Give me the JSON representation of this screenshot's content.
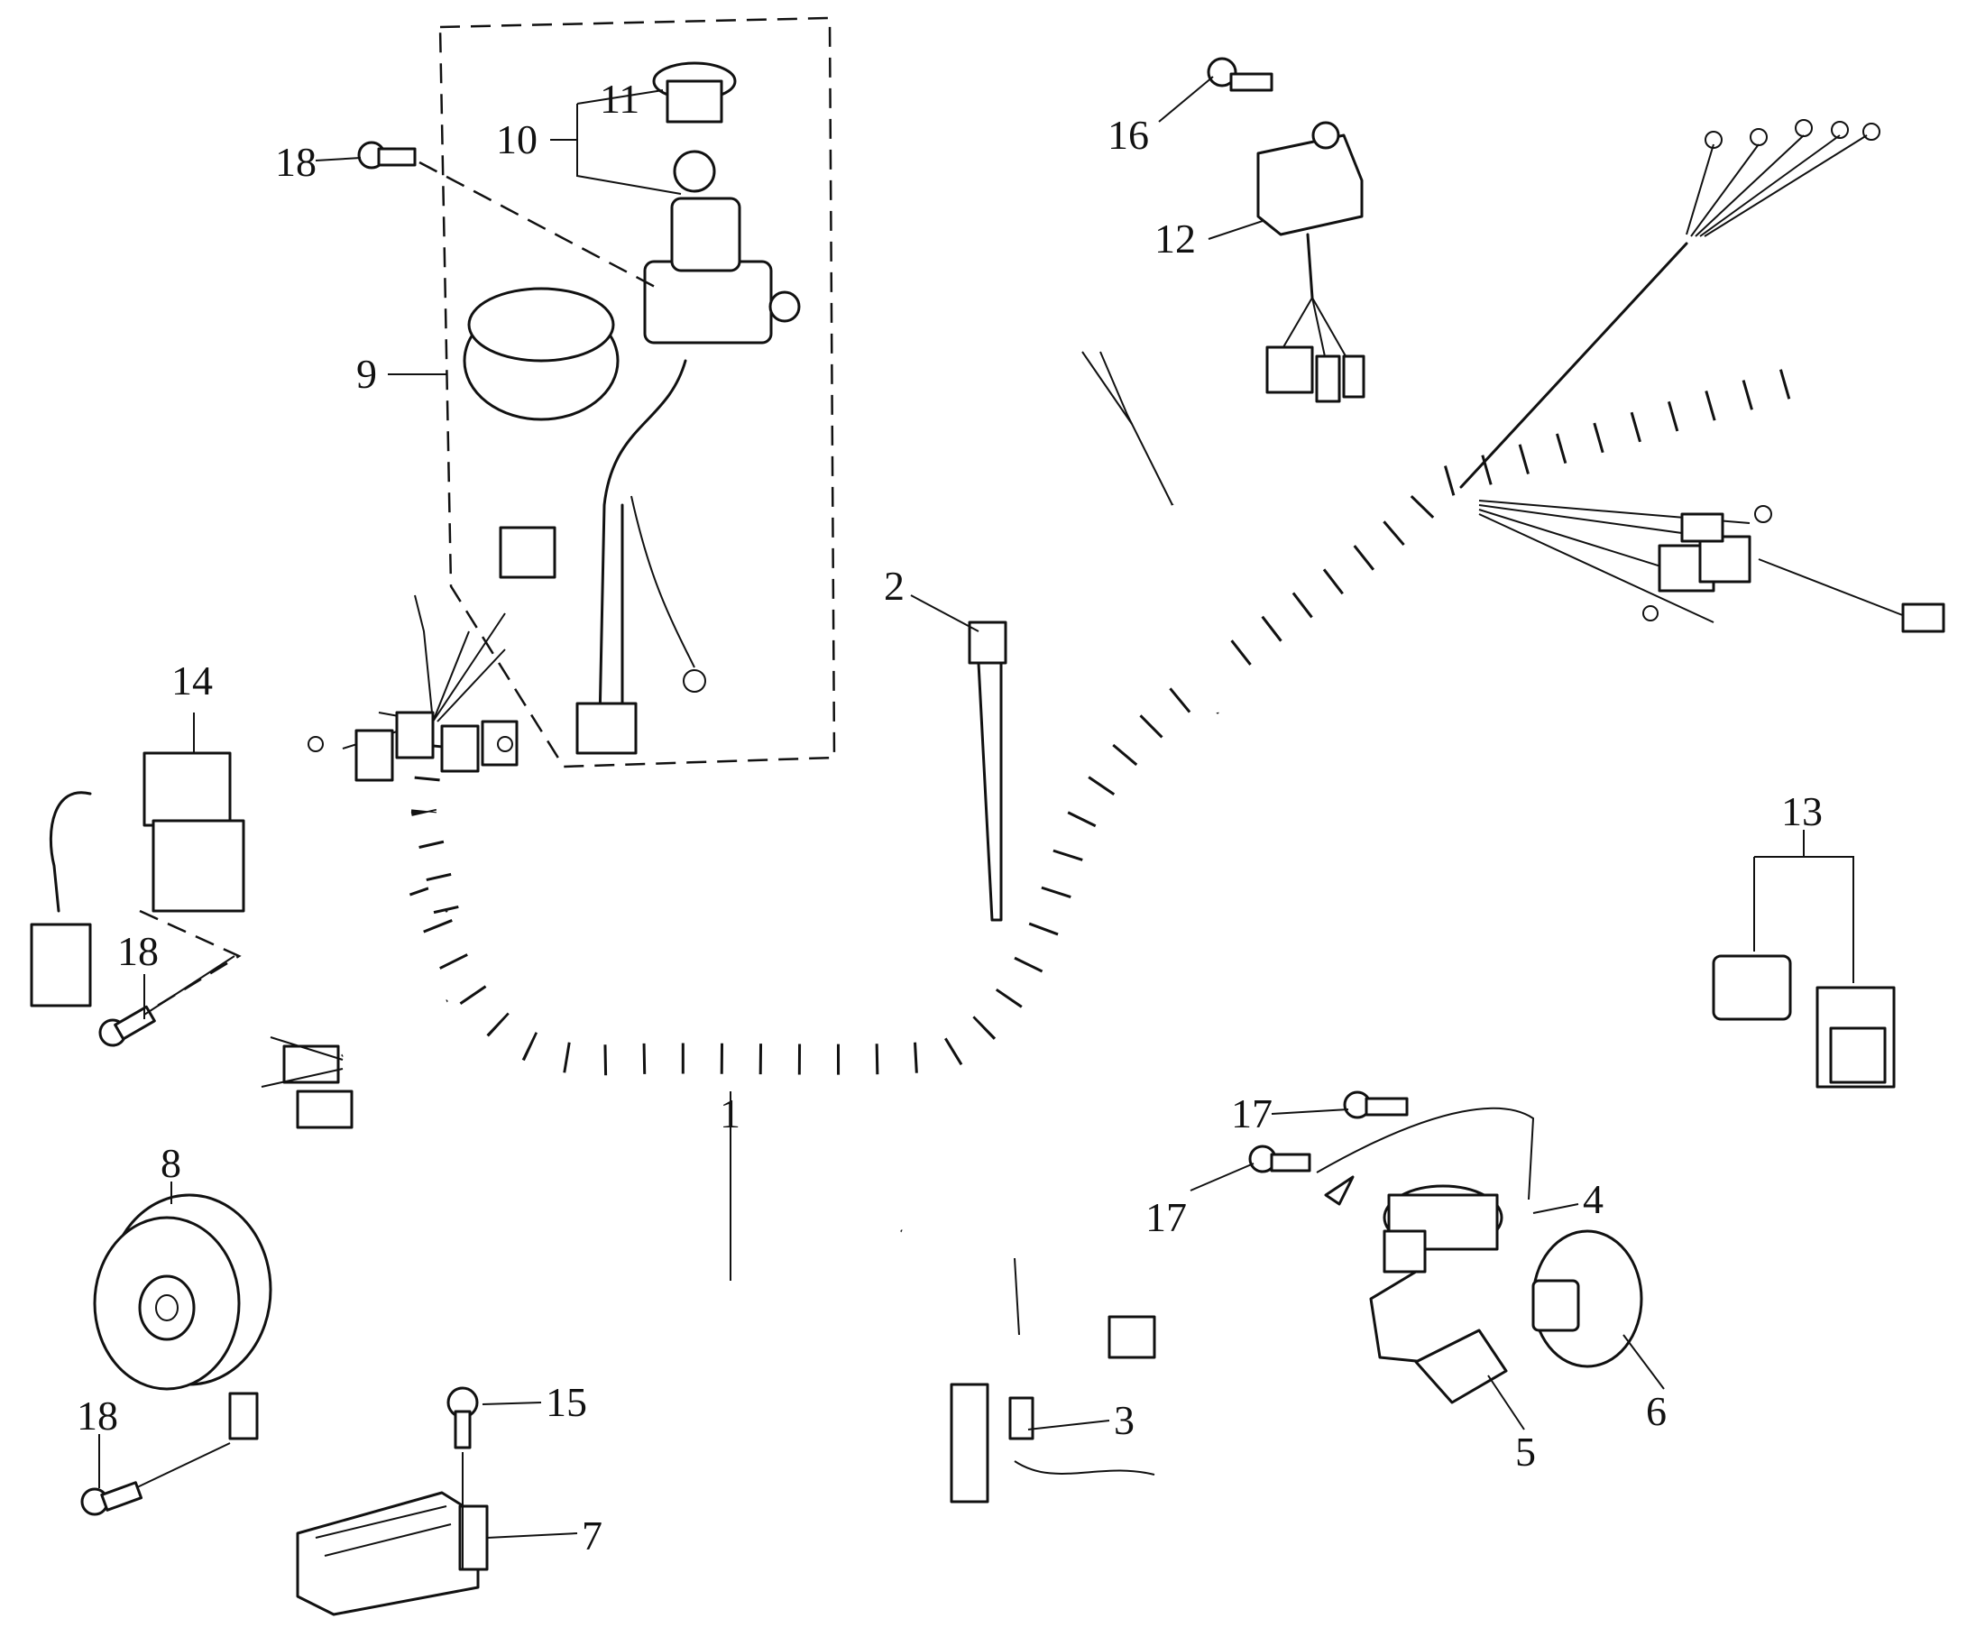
{
  "diagram": {
    "callouts": [
      {
        "id": "c1",
        "text": "1"
      },
      {
        "id": "c2",
        "text": "2"
      },
      {
        "id": "c3",
        "text": "3"
      },
      {
        "id": "c4",
        "text": "4"
      },
      {
        "id": "c5",
        "text": "5"
      },
      {
        "id": "c6",
        "text": "6"
      },
      {
        "id": "c7",
        "text": "7"
      },
      {
        "id": "c8",
        "text": "8"
      },
      {
        "id": "c9",
        "text": "9"
      },
      {
        "id": "c10",
        "text": "10"
      },
      {
        "id": "c11",
        "text": "11"
      },
      {
        "id": "c12",
        "text": "12"
      },
      {
        "id": "c13",
        "text": "13"
      },
      {
        "id": "c14",
        "text": "14"
      },
      {
        "id": "c15",
        "text": "15"
      },
      {
        "id": "c16",
        "text": "16"
      },
      {
        "id": "c17a",
        "text": "17"
      },
      {
        "id": "c17b",
        "text": "17"
      },
      {
        "id": "c18a",
        "text": "18"
      },
      {
        "id": "c18b",
        "text": "18"
      },
      {
        "id": "c18c",
        "text": "18"
      }
    ]
  }
}
